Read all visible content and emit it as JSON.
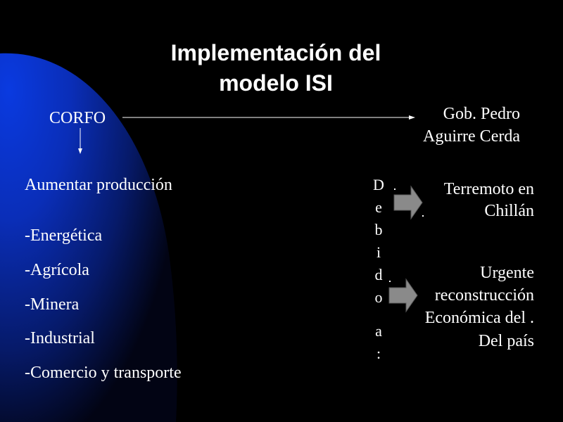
{
  "slide": {
    "title_line1": "Implementación del",
    "title_line2": "modelo ISI",
    "corfo": "CORFO",
    "gob_line1": "Gob. Pedro",
    "gob_line2": "Aguirre Cerda",
    "aumentar": "Aumentar producción",
    "sectors": [
      "-Energética",
      "-Agrícola",
      "-Minera",
      "-Industrial",
      "-Comercio y transporte"
    ],
    "vertical_text": [
      "D",
      "e",
      "b",
      "i",
      "d",
      "o",
      "a",
      ":"
    ],
    "terremoto_line1": "Terremoto en",
    "terremoto_line2": "Chillán",
    "urgente_lines": [
      "Urgente",
      "reconstrucción",
      "Económica del .",
      "Del país"
    ]
  },
  "colors": {
    "background": "#000000",
    "shape_gradient_top": "#0a3ad8",
    "shape_gradient_bottom": "#020414",
    "block_arrow_fill": "#8a8a8a",
    "text": "#ffffff"
  }
}
